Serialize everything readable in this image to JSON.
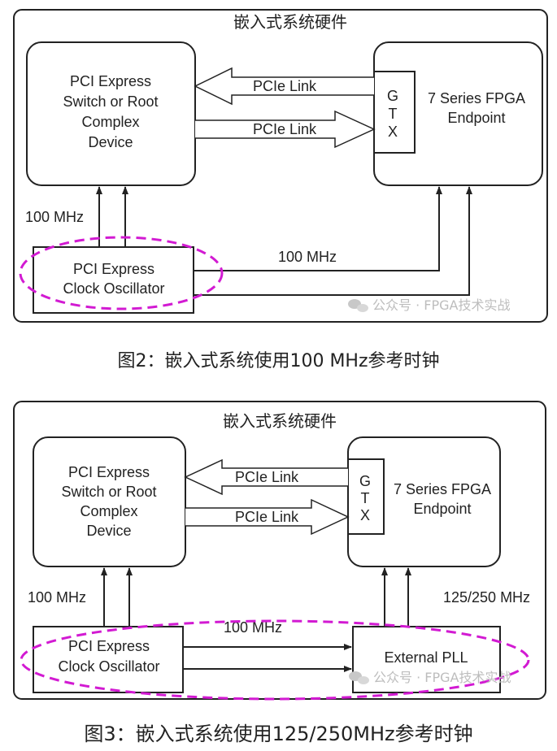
{
  "colors": {
    "line": "#222222",
    "dashed_ellipse": "#d21ad2",
    "watermark": "#bdbdbd",
    "background": "#ffffff"
  },
  "figure2": {
    "outer_title": "嵌入式系统硬件",
    "root_complex": [
      "PCI Express",
      "Switch or Root",
      "Complex",
      "Device"
    ],
    "gtx": [
      "G",
      "T",
      "X"
    ],
    "fpga": [
      "7 Series FPGA",
      "Endpoint"
    ],
    "link_top": "PCIe Link",
    "link_bottom": "PCIe Link",
    "clock_left_label": "100 MHz",
    "clock_right_label": "100 MHz",
    "oscillator": [
      "PCI Express",
      "Clock Oscillator"
    ],
    "watermark": "公众号 · FPGA技术实战",
    "caption": "图2：嵌入式系统使用100 MHz参考时钟"
  },
  "figure3": {
    "outer_title": "嵌入式系统硬件",
    "root_complex": [
      "PCI Express",
      "Switch or Root",
      "Complex",
      "Device"
    ],
    "gtx": [
      "G",
      "T",
      "X"
    ],
    "fpga": [
      "7 Series FPGA",
      "Endpoint"
    ],
    "link_top": "PCIe Link",
    "link_bottom": "PCIe Link",
    "clock_left_label": "100 MHz",
    "clock_right_label": "125/250 MHz",
    "clock_middle_label": "100 MHz",
    "oscillator": [
      "PCI Express",
      "Clock Oscillator"
    ],
    "pll": "External PLL",
    "watermark": "公众号 · FPGA技术实战",
    "caption": "图3：嵌入式系统使用125/250MHz参考时钟"
  }
}
